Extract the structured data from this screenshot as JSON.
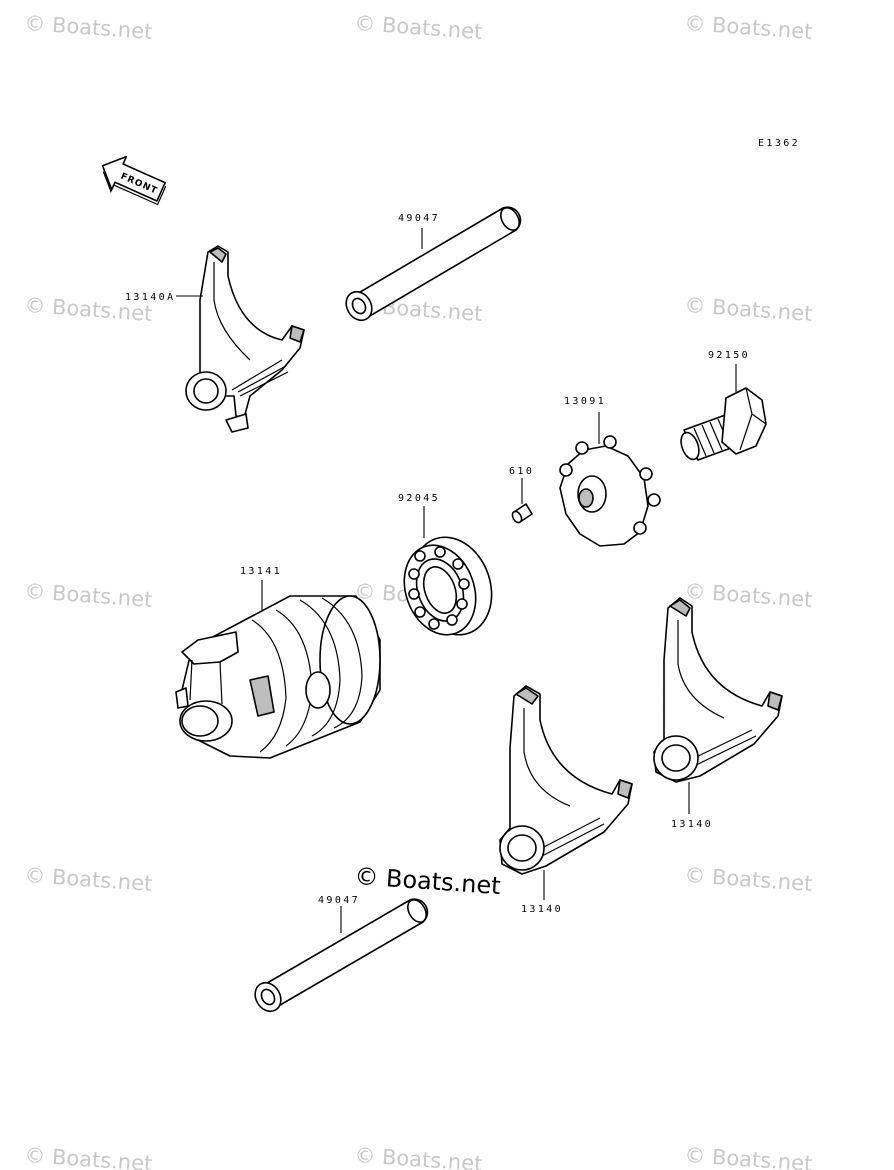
{
  "diagram_code": "E1362",
  "front_arrow_text": "FRONT",
  "watermark_text": "© Boats.net",
  "center_watermark_text": "© Boats.net",
  "parts": [
    {
      "id": "fork_a",
      "label": "13140A"
    },
    {
      "id": "shaft_top",
      "label": "49047"
    },
    {
      "id": "bolt",
      "label": "92150"
    },
    {
      "id": "drum_gear",
      "label": "13091"
    },
    {
      "id": "pin",
      "label": "610"
    },
    {
      "id": "bearing",
      "label": "92045"
    },
    {
      "id": "drum",
      "label": "13141"
    },
    {
      "id": "fork_right",
      "label": "13140"
    },
    {
      "id": "fork_mid",
      "label": "13140"
    },
    {
      "id": "shaft_bottom",
      "label": "49047"
    }
  ],
  "colors": {
    "ink": "#000000",
    "shade": "#bdbdbd",
    "watermark": "#c8c8c8"
  }
}
